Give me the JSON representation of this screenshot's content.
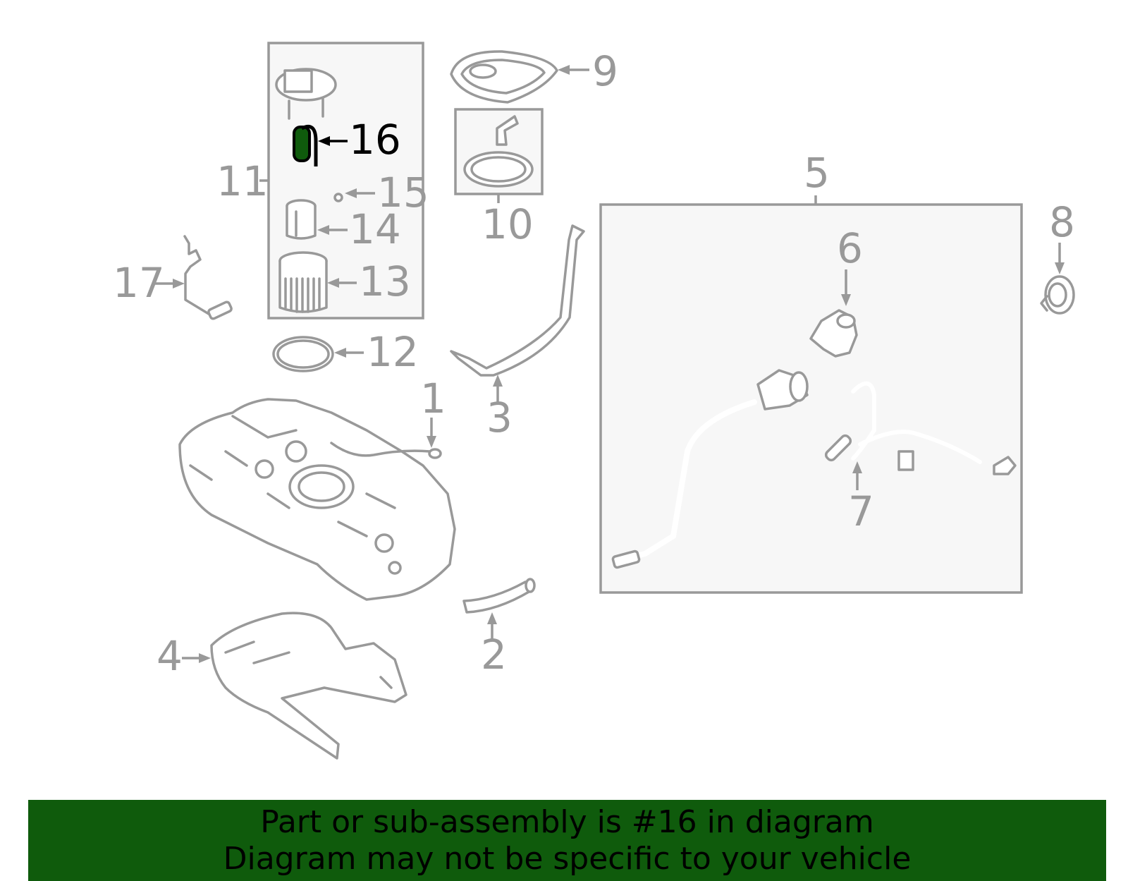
{
  "highlighted_part": "16",
  "highlight_color": "#0f5b0c",
  "line_color": "#999999",
  "callouts": [
    "1",
    "2",
    "3",
    "4",
    "5",
    "6",
    "7",
    "8",
    "9",
    "10",
    "11",
    "12",
    "13",
    "14",
    "15",
    "16",
    "17"
  ],
  "banner": {
    "line1": "Part or sub-assembly is #16 in diagram",
    "line2": "Diagram may not be specific to your vehicle"
  }
}
